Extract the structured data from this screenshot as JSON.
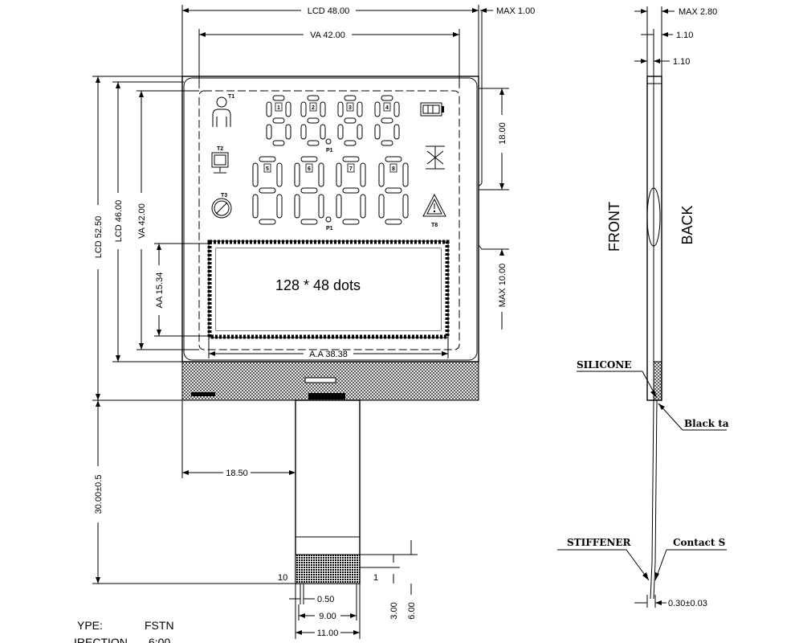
{
  "dimensions": {
    "lcd_width": "LCD 48.00",
    "va_width": "VA 42.00",
    "max_top": "MAX 1.00",
    "lcd_height": "LCD 52.50",
    "lcd_inner_height": "LCD 46.00",
    "va_height": "VA 42.00",
    "aa_height": "AA 15.34",
    "aa_width": "A.A 38.38",
    "right_18": "18.00",
    "max_10": "MAX 10.00",
    "tail_offset": "18.50",
    "tail_length": "30.00±0.5",
    "pitch": "0.50",
    "pin_span": "9.00",
    "tail_width": "11.00",
    "dim_3": "3.00",
    "dim_6": "6.00",
    "side_max": "MAX 2.80",
    "side_1": "1.10",
    "side_2": "1.10",
    "side_bottom": "0.30±0.03"
  },
  "display": {
    "dots_label": "128 * 48 dots",
    "digit_numbers_top": [
      "1",
      "2",
      "3",
      "4"
    ],
    "digit_numbers_bottom": [
      "5",
      "6",
      "7",
      "8"
    ],
    "icon_labels": [
      "T1",
      "T2",
      "T3",
      "T8"
    ],
    "point_labels": [
      "P1",
      "P1"
    ]
  },
  "tail": {
    "pin_left": "10",
    "pin_right": "1"
  },
  "side_view": {
    "front": "FRONT",
    "back": "BACK",
    "silicone": "SILICONE",
    "black_tape": "Black ta",
    "stiffener": "STIFFENER",
    "contact": "Contact S"
  },
  "notes": {
    "type_label": "YPE:",
    "type_value": "FSTN",
    "direction_label": "IRECTION",
    "direction_value": "6:00"
  }
}
